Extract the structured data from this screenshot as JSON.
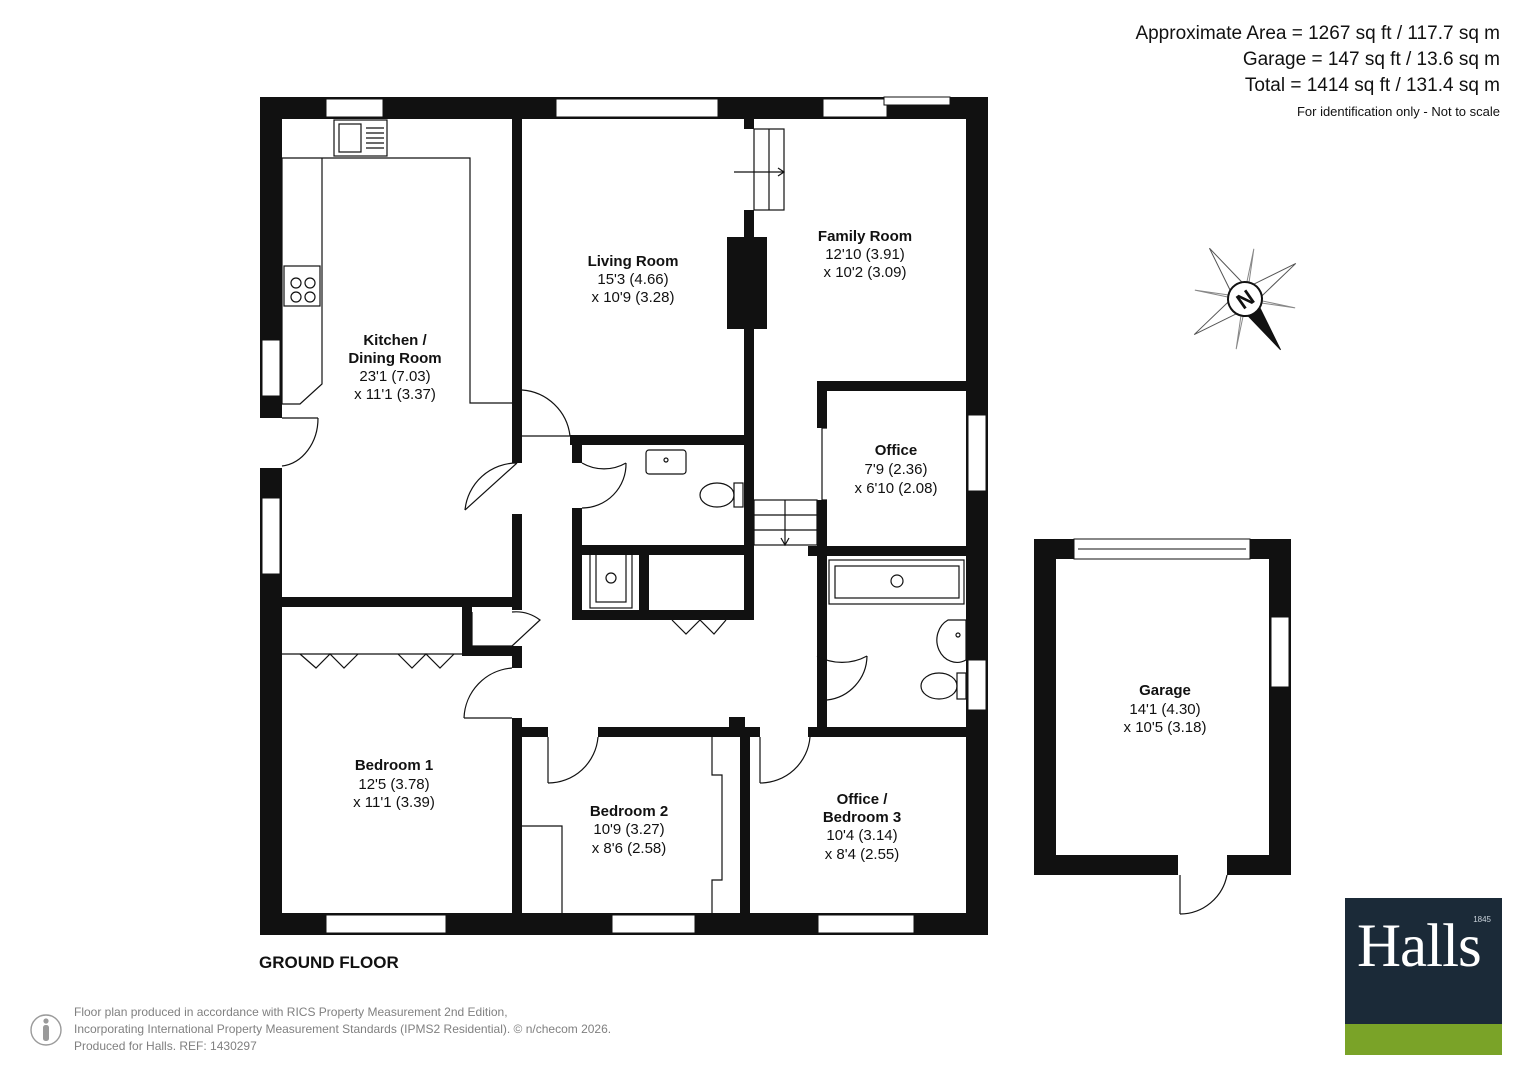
{
  "areas": {
    "approximate": "Approximate Area = 1267 sq ft / 117.7 sq m",
    "garage": "Garage = 147 sq ft / 13.6 sq m",
    "total": "Total = 1414 sq ft / 131.4 sq m",
    "note": "For identification only - Not to scale"
  },
  "floor_label": "GROUND FLOOR",
  "compass_letter": "N",
  "rooms": {
    "kitchen": {
      "name1": "Kitchen /",
      "name2": "Dining Room",
      "dim1": "23'1 (7.03)",
      "dim2": "x 11'1 (3.37)"
    },
    "living": {
      "name": "Living Room",
      "dim1": "15'3 (4.66)",
      "dim2": "x 10'9 (3.28)"
    },
    "family": {
      "name": "Family Room",
      "dim1": "12'10 (3.91)",
      "dim2": "x 10'2 (3.09)"
    },
    "office": {
      "name": "Office",
      "dim1": "7'9 (2.36)",
      "dim2": "x 6'10 (2.08)"
    },
    "bedroom1": {
      "name": "Bedroom 1",
      "dim1": "12'5 (3.78)",
      "dim2": "x 11'1 (3.39)"
    },
    "bedroom2": {
      "name": "Bedroom 2",
      "dim1": "10'9 (3.27)",
      "dim2": "x 8'6 (2.58)"
    },
    "bedroom3": {
      "name1": "Office /",
      "name2": "Bedroom 3",
      "dim1": "10'4 (3.14)",
      "dim2": "x 8'4 (2.55)"
    },
    "garage": {
      "name": "Garage",
      "dim1": "14'1 (4.30)",
      "dim2": "x 10'5 (3.18)"
    }
  },
  "credits": {
    "line1": "Floor plan produced in accordance with RICS Property Measurement 2nd Edition,",
    "line2": "Incorporating International Property Measurement Standards (IPMS2 Residential).   © n/checom 2026.",
    "line3": "Produced for Halls.   REF: 1430297"
  },
  "logo": {
    "word": "Halls",
    "year": "1845"
  },
  "colors": {
    "wall": "#111111",
    "logo_bg": "#1b2a38",
    "logo_stripe": "#7aa328",
    "credit_text": "#808080"
  }
}
